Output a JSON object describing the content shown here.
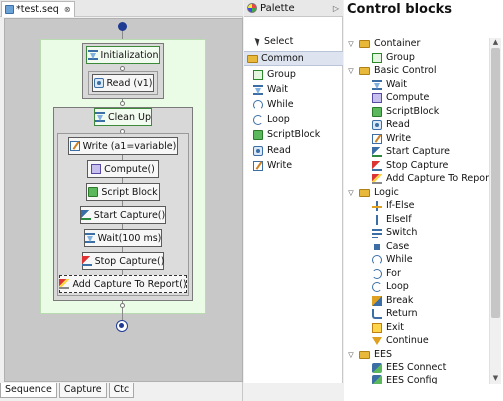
{
  "editor": {
    "tab_title": "*test.seq",
    "tab_close": "⊗",
    "bottom_tabs": [
      "Sequence",
      "Capture",
      "Ctc"
    ]
  },
  "sequence": {
    "groups": [
      {
        "label": "Initialization",
        "icon": "hourglass-icon",
        "children": [
          {
            "label": "Read (v1)",
            "icon": "read-icon"
          }
        ]
      },
      {
        "label": "Clean Up",
        "icon": "hourglass-icon",
        "children": [
          {
            "label": "Write (a1=variable)",
            "icon": "write-icon"
          },
          {
            "label": "Compute()",
            "icon": "compute-icon"
          },
          {
            "label": "Script Block",
            "icon": "script-block-icon"
          },
          {
            "label": "Start Capture()",
            "icon": "start-capture-icon"
          },
          {
            "label": "Wait(100 ms)",
            "icon": "hourglass-icon"
          },
          {
            "label": "Stop Capture()",
            "icon": "stop-capture-icon"
          },
          {
            "label": "Add Capture To Report()",
            "icon": "add-capture-icon"
          }
        ]
      }
    ]
  },
  "palette": {
    "title": "Palette",
    "collapse_arrow": "▷",
    "select_label": "Select",
    "common_label": "Common",
    "items": [
      {
        "label": "Group",
        "icon": "group-icon"
      },
      {
        "label": "Wait",
        "icon": "hourglass-icon"
      },
      {
        "label": "While",
        "icon": "while-icon"
      },
      {
        "label": "Loop",
        "icon": "loop-icon"
      },
      {
        "label": "ScriptBlock",
        "icon": "script-block-icon"
      },
      {
        "label": "Read",
        "icon": "read-icon"
      },
      {
        "label": "Write",
        "icon": "write-icon"
      }
    ]
  },
  "control_blocks": {
    "title": "Control blocks",
    "tree": [
      {
        "label": "Container",
        "kind": "category",
        "icon": "folder-icon"
      },
      {
        "label": "Group",
        "kind": "item",
        "icon": "group-icon"
      },
      {
        "label": "Basic Control",
        "kind": "category",
        "icon": "folder-icon"
      },
      {
        "label": "Wait",
        "kind": "item",
        "icon": "hourglass-icon"
      },
      {
        "label": "Compute",
        "kind": "item",
        "icon": "compute-icon"
      },
      {
        "label": "ScriptBlock",
        "kind": "item",
        "icon": "script-block-icon"
      },
      {
        "label": "Read",
        "kind": "item",
        "icon": "read-icon"
      },
      {
        "label": "Write",
        "kind": "item",
        "icon": "write-icon"
      },
      {
        "label": "Start Capture",
        "kind": "item",
        "icon": "start-capture-icon"
      },
      {
        "label": "Stop Capture",
        "kind": "item",
        "icon": "stop-capture-icon"
      },
      {
        "label": "Add Capture To Report",
        "kind": "item",
        "icon": "add-capture-icon"
      },
      {
        "label": "Logic",
        "kind": "category",
        "icon": "folder-icon"
      },
      {
        "label": "If-Else",
        "kind": "item",
        "icon": "if-else-icon"
      },
      {
        "label": "ElseIf",
        "kind": "item",
        "icon": "elseif-icon"
      },
      {
        "label": "Switch",
        "kind": "item",
        "icon": "switch-icon"
      },
      {
        "label": "Case",
        "kind": "item",
        "icon": "case-icon"
      },
      {
        "label": "While",
        "kind": "item",
        "icon": "while-icon"
      },
      {
        "label": "For",
        "kind": "item",
        "icon": "for-icon"
      },
      {
        "label": "Loop",
        "kind": "item",
        "icon": "loop-icon"
      },
      {
        "label": "Break",
        "kind": "item",
        "icon": "break-icon"
      },
      {
        "label": "Return",
        "kind": "item",
        "icon": "return-icon"
      },
      {
        "label": "Exit",
        "kind": "item",
        "icon": "exit-icon"
      },
      {
        "label": "Continue",
        "kind": "item",
        "icon": "continue-icon"
      },
      {
        "label": "EES",
        "kind": "category",
        "icon": "folder-icon"
      },
      {
        "label": "EES Connect",
        "kind": "item",
        "icon": "ees-icon"
      },
      {
        "label": "EES Config",
        "kind": "item",
        "icon": "ees-icon"
      }
    ]
  }
}
